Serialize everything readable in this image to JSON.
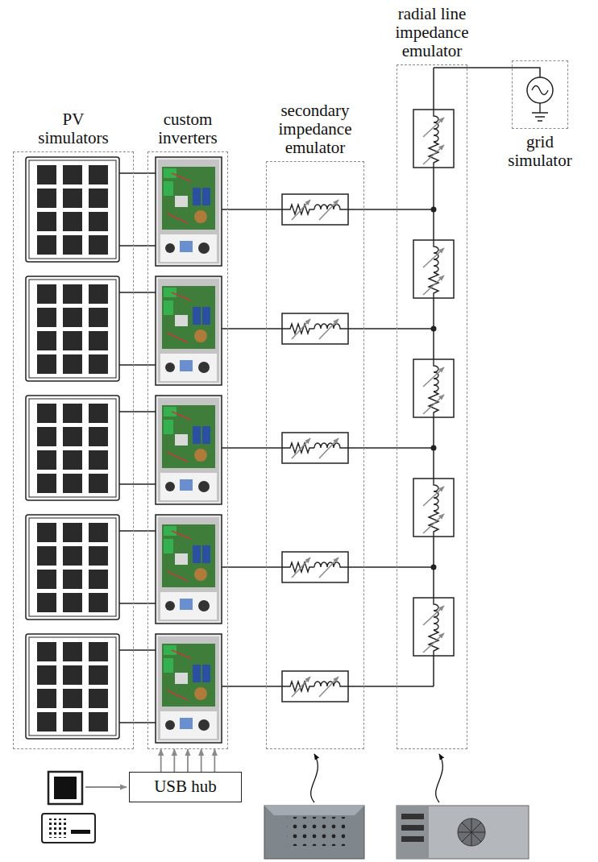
{
  "diagram": {
    "nodes": [
      {
        "text": [
          "PV simulators"
        ]
      },
      {
        "text": [
          "custom inverters"
        ]
      },
      {
        "text": [
          "secondary impedance emulator"
        ]
      },
      {
        "text": [
          "radial line impedance emulator"
        ]
      },
      {
        "text": [
          "grid simulator"
        ]
      },
      {
        "text": [
          "USB hub"
        ]
      }
    ],
    "edges": [
      {
        "from": 5,
        "to": 1,
        "arrow": "to"
      },
      {
        "from": 5,
        "to": 1,
        "arrow": "to"
      },
      {
        "from": 5,
        "to": 1,
        "arrow": "to"
      },
      {
        "from": 5,
        "to": 1,
        "arrow": "to"
      },
      {
        "from": 5,
        "to": 1,
        "arrow": "to"
      }
    ]
  }
}
